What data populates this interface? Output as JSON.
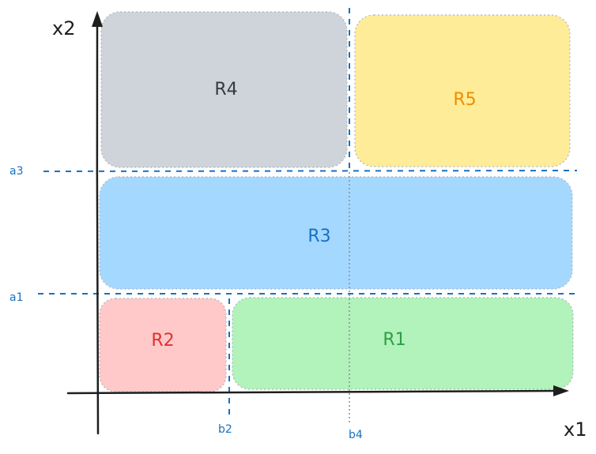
{
  "axes": {
    "x_title": "x1",
    "y_title": "x2"
  },
  "thresholds": {
    "a1": "a1",
    "a3": "a3",
    "b2": "b2",
    "b4": "b4"
  },
  "regions": {
    "r1": {
      "label": "R1",
      "fill": "#b2f2bb",
      "text_color": "#2f9e44"
    },
    "r2": {
      "label": "R2",
      "fill": "#ffc9c9",
      "text_color": "#e03131"
    },
    "r3": {
      "label": "R3",
      "fill": "#a5d8ff",
      "text_color": "#1971c2"
    },
    "r4": {
      "label": "R4",
      "fill": "#ced4da",
      "text_color": "#343a40"
    },
    "r5": {
      "label": "R5",
      "fill": "#ffec99",
      "text_color": "#f08c00"
    }
  },
  "colors": {
    "axis": "#1e1e1e",
    "split_lines": "#1971c2"
  }
}
